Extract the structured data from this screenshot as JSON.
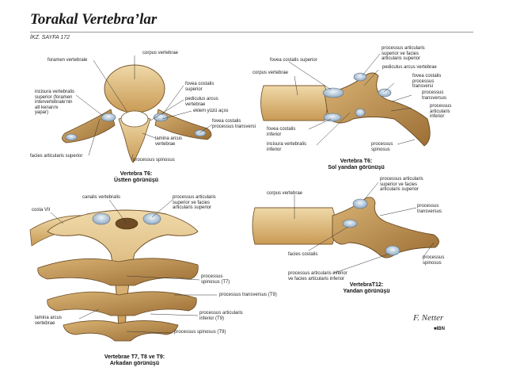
{
  "header": {
    "title": "Torakal Vertebra’lar",
    "subtitle": "İKZ. SAYFA 172"
  },
  "panels": {
    "superior": {
      "caption": "Vertebra T6:\nÜstten görünüşü",
      "labels": {
        "corpus": "corpus vertebrae",
        "foramen": "foramen vertebrale",
        "incisura": "incisura vertebralis\nsuperior (foramen\nintervertebrale'nin\nalt kenarını\nyapar)",
        "fovea_sup": "fovea costalis\nsuperior",
        "pediculus": "pediculus arcus\nvertebrae",
        "eklem": "eklem yüzü açısı",
        "fovea_trans": "fovea costalis\nprocessus transversi",
        "lamina": "lamina arcus\nvertebrae",
        "facies": "facies articularis superior",
        "spinosus": "processus spinosus"
      }
    },
    "lateral": {
      "caption": "Vertebra T6:\nSol yandan görünüşü",
      "labels": {
        "proc_art_sup": "processus articularis\nsuperior ve facies\narticularis superior",
        "fovea_sup": "fovea costalis superior",
        "corpus": "corpus vertebrae",
        "pediculus": "pediculus arcus vertebrae",
        "fovea_trans": "fovea costalis\nprocessus\ntransversi",
        "proc_trans": "processus\ntransversus",
        "proc_art_inf": "processus\narticularis\ninferior",
        "fovea_inf": "fovea costalis\ninferior",
        "incisura_inf": "incisura vertebralis\ninferior",
        "spinosus": "processus\nspinosus"
      }
    },
    "posterior": {
      "caption": "Vertebrae T7, T8 ve T9:\nArkadan görünüşü",
      "labels": {
        "costa": "costa VII",
        "canalis": "canalis vertebralis",
        "proc_art_sup": "processus articularis\nsuperior ve facies\narticularis superior",
        "spinosus_t7": "processus\nspinosus (T7)",
        "trans_t9": "processus transversus (T9)",
        "lamina": "lamina arcus\nvertebrae",
        "art_inf_t9": "processus articularis\ninferior (T9)",
        "spinosus_t9": "processus spinosus (T9)"
      }
    },
    "t12": {
      "caption": "VertebraT12:\nYandan görünüşü",
      "labels": {
        "proc_art_sup": "processus articularis\nsuperior ve facies\narticularis superior",
        "corpus": "corpus vertebrae",
        "proc_trans": "processus\ntransversus",
        "facies": "facies costalis",
        "proc_art_inf": "processus articularis inferior\nve facies articularis inferior",
        "spinosus": "processus\nspinosus"
      }
    }
  },
  "footer": {
    "signature": "F. Netter",
    "mark": "■IBN"
  }
}
